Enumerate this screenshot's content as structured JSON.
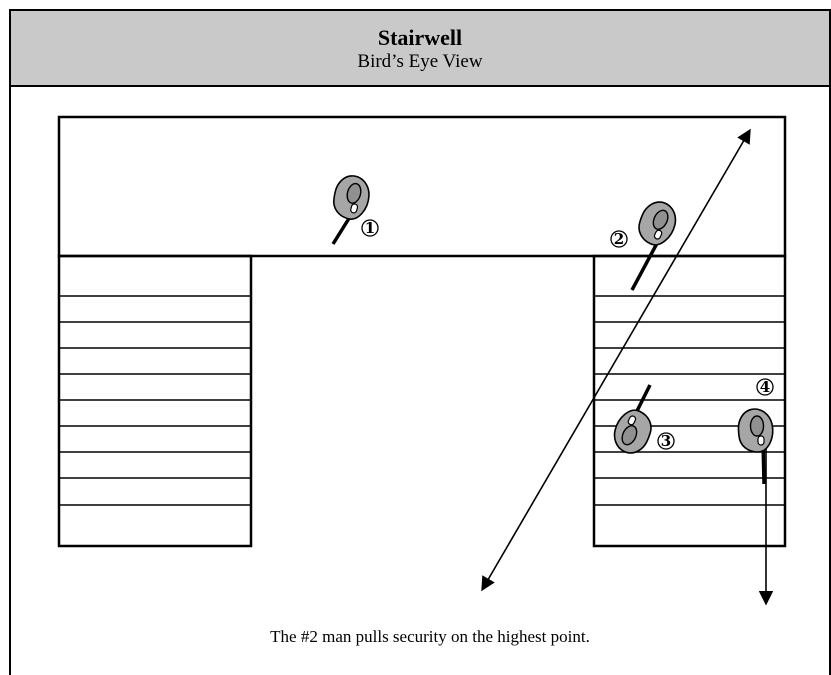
{
  "header": {
    "title": "Stairwell",
    "subtitle": "Bird’s Eye View"
  },
  "figure": {
    "markers": [
      "1",
      "2",
      "3",
      "4"
    ],
    "caption": "The #2 man pulls security on the highest point."
  },
  "colors": {
    "header_bg": "#c9c9c9",
    "figure_fill": "#a6a6a6",
    "line": "#000000"
  },
  "icons": {
    "person": "person-top-view-icon",
    "arrow": "arrowhead-icon"
  }
}
